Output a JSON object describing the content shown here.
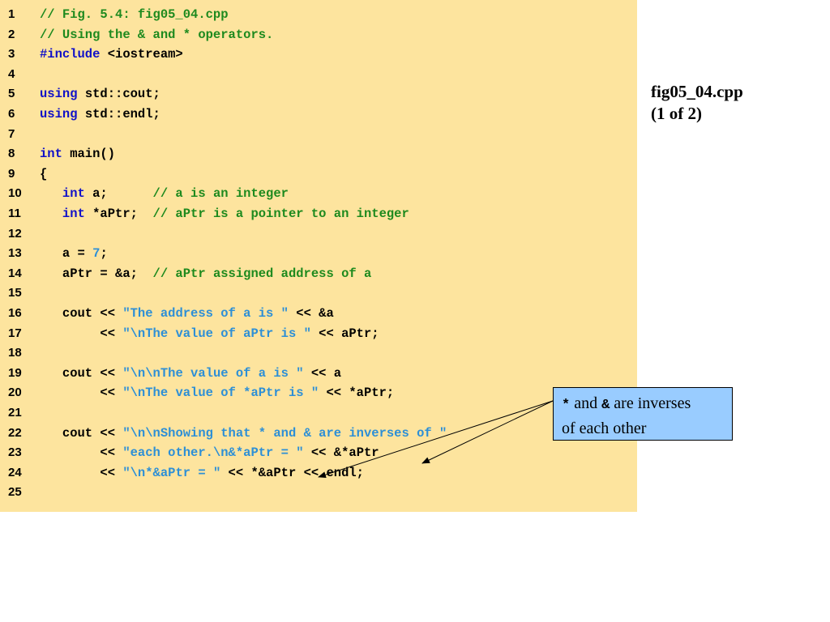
{
  "file_title": {
    "line1": "fig05_04.cpp",
    "line2": "(1 of 2)"
  },
  "callout": {
    "op1": "*",
    "and": " and ",
    "op2": "&",
    "rest1": " are inverses",
    "rest2": "of each other"
  },
  "code_lines": [
    {
      "n": "1",
      "tokens": [
        {
          "t": "// Fig. 5.4: fig05_04.cpp",
          "c": "cm"
        }
      ]
    },
    {
      "n": "2",
      "tokens": [
        {
          "t": "// Using the & and * operators.",
          "c": "cm"
        }
      ]
    },
    {
      "n": "3",
      "tokens": [
        {
          "t": "#include",
          "c": "kw"
        },
        {
          "t": " <iostream>",
          "c": "pl"
        }
      ]
    },
    {
      "n": "4",
      "tokens": []
    },
    {
      "n": "5",
      "tokens": [
        {
          "t": "using",
          "c": "kw"
        },
        {
          "t": " std::cout;",
          "c": "pl"
        }
      ]
    },
    {
      "n": "6",
      "tokens": [
        {
          "t": "using",
          "c": "kw"
        },
        {
          "t": " std::endl;",
          "c": "pl"
        }
      ]
    },
    {
      "n": "7",
      "tokens": []
    },
    {
      "n": "8",
      "tokens": [
        {
          "t": "int",
          "c": "kw"
        },
        {
          "t": " main()",
          "c": "pl"
        }
      ]
    },
    {
      "n": "9",
      "tokens": [
        {
          "t": "{",
          "c": "pl"
        }
      ]
    },
    {
      "n": "10",
      "tokens": [
        {
          "t": "   ",
          "c": "pl"
        },
        {
          "t": "int",
          "c": "kw"
        },
        {
          "t": " a;      ",
          "c": "pl"
        },
        {
          "t": "// a is an integer",
          "c": "cm"
        }
      ]
    },
    {
      "n": "11",
      "tokens": [
        {
          "t": "   ",
          "c": "pl"
        },
        {
          "t": "int",
          "c": "kw"
        },
        {
          "t": " *aPtr;  ",
          "c": "pl"
        },
        {
          "t": "// aPtr is a pointer to an integer",
          "c": "cm"
        }
      ]
    },
    {
      "n": "12",
      "tokens": []
    },
    {
      "n": "13",
      "tokens": [
        {
          "t": "   a = ",
          "c": "pl"
        },
        {
          "t": "7",
          "c": "nu"
        },
        {
          "t": ";",
          "c": "pl"
        }
      ]
    },
    {
      "n": "14",
      "tokens": [
        {
          "t": "   aPtr = &a;  ",
          "c": "pl"
        },
        {
          "t": "// aPtr assigned address of a",
          "c": "cm"
        }
      ]
    },
    {
      "n": "15",
      "tokens": []
    },
    {
      "n": "16",
      "tokens": [
        {
          "t": "   cout << ",
          "c": "pl"
        },
        {
          "t": "\"The address of a is \"",
          "c": "st"
        },
        {
          "t": " << &a",
          "c": "pl"
        }
      ]
    },
    {
      "n": "17",
      "tokens": [
        {
          "t": "        << ",
          "c": "pl"
        },
        {
          "t": "\"\\nThe value of aPtr is \"",
          "c": "st"
        },
        {
          "t": " << aPtr;",
          "c": "pl"
        }
      ]
    },
    {
      "n": "18",
      "tokens": []
    },
    {
      "n": "19",
      "tokens": [
        {
          "t": "   cout << ",
          "c": "pl"
        },
        {
          "t": "\"\\n\\nThe value of a is \"",
          "c": "st"
        },
        {
          "t": " << a",
          "c": "pl"
        }
      ]
    },
    {
      "n": "20",
      "tokens": [
        {
          "t": "        << ",
          "c": "pl"
        },
        {
          "t": "\"\\nThe value of *aPtr is \"",
          "c": "st"
        },
        {
          "t": " << *aPtr;",
          "c": "pl"
        }
      ]
    },
    {
      "n": "21",
      "tokens": []
    },
    {
      "n": "22",
      "tokens": [
        {
          "t": "   cout << ",
          "c": "pl"
        },
        {
          "t": "\"\\n\\nShowing that * and & are inverses of \"",
          "c": "st"
        }
      ]
    },
    {
      "n": "23",
      "tokens": [
        {
          "t": "        << ",
          "c": "pl"
        },
        {
          "t": "\"each other.\\n&*aPtr = \"",
          "c": "st"
        },
        {
          "t": " << &*aPtr",
          "c": "pl"
        }
      ]
    },
    {
      "n": "24",
      "tokens": [
        {
          "t": "        << ",
          "c": "pl"
        },
        {
          "t": "\"\\n*&aPtr = \"",
          "c": "st"
        },
        {
          "t": " << *&aPtr << endl;",
          "c": "pl"
        }
      ]
    },
    {
      "n": "25",
      "tokens": []
    }
  ],
  "colors": {
    "panel_bg": "#fde49e",
    "comment": "#1e8a1e",
    "keyword": "#1010c8",
    "string": "#2d8fd6",
    "callout_bg": "#99ccff"
  }
}
